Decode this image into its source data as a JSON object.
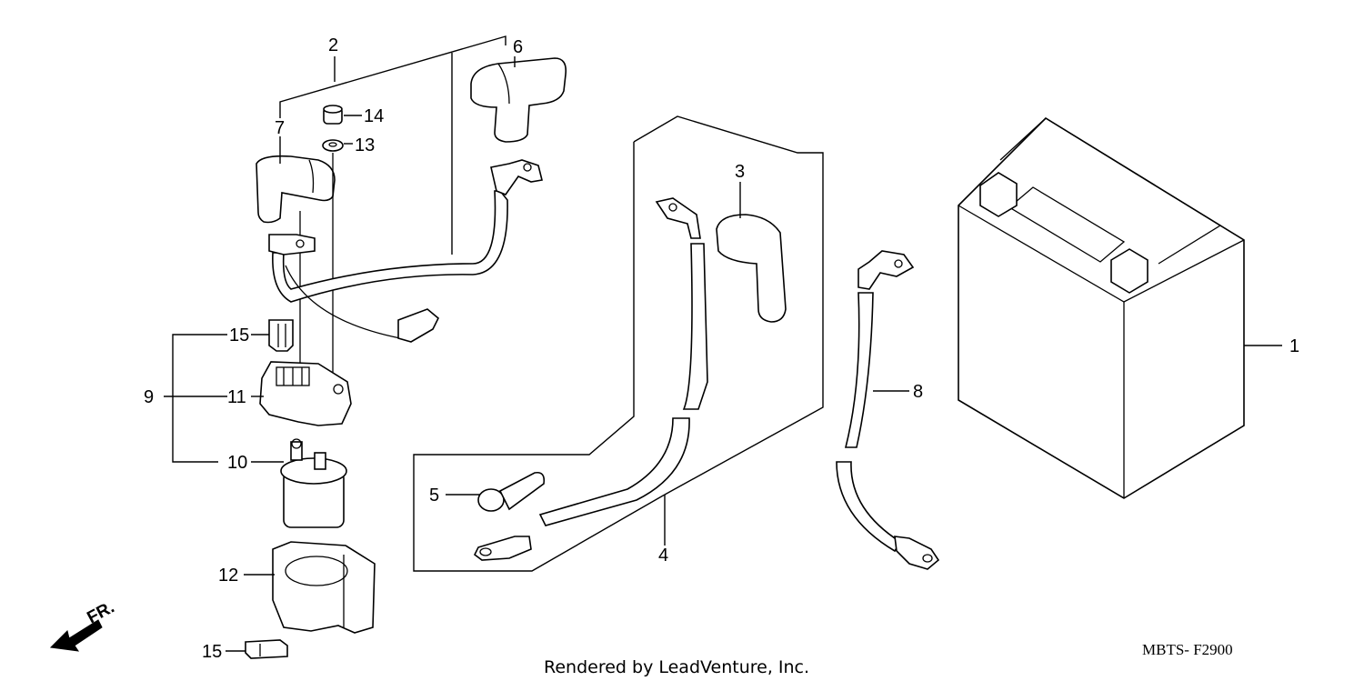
{
  "callouts": {
    "c1": "1",
    "c2": "2",
    "c3": "3",
    "c4": "4",
    "c5": "5",
    "c6": "6",
    "c7": "7",
    "c8": "8",
    "c9": "9",
    "c10": "10",
    "c11": "11",
    "c12": "12",
    "c13": "13",
    "c14": "14",
    "c15a": "15",
    "c15b": "15"
  },
  "direction_label": "FR.",
  "diagram_code": "MBTS- F2900",
  "footer_text": "Rendered by LeadVenture, Inc."
}
